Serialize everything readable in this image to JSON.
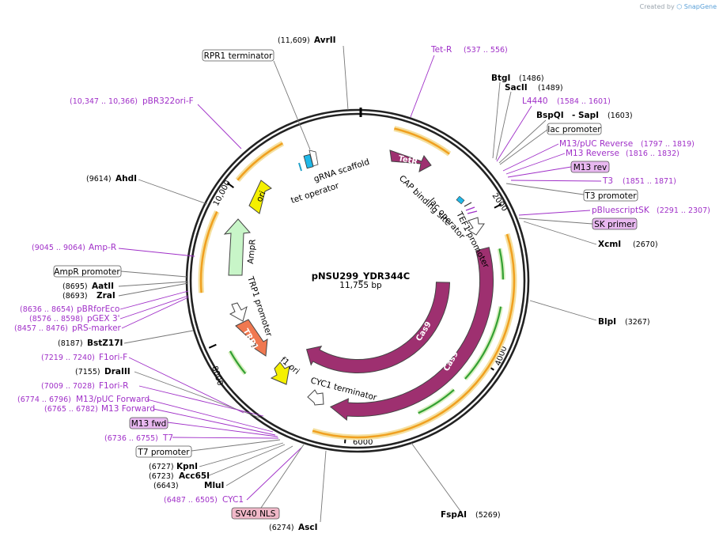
{
  "watermark": {
    "prefix": "Created by",
    "brand": "SnapGene"
  },
  "plasmid": {
    "name": "pNSU299_YDR344C",
    "size_label": "11,755 bp",
    "length": 11755
  },
  "ticks": [
    {
      "bp": 2000,
      "label": "2000"
    },
    {
      "bp": 4000,
      "label": "4000"
    },
    {
      "bp": 6000,
      "label": "6000"
    },
    {
      "bp": 8000,
      "label": "8000"
    },
    {
      "bp": 10000,
      "label": "10,000"
    }
  ],
  "colors": {
    "cas9": "#9e3070",
    "tetR": "#9e3070",
    "ori": "#f5f000",
    "f1ori": "#f5f000",
    "ampR": "#c8f5c8",
    "trp1": "#f07850",
    "orf": "#f0a020",
    "green": "#33a033",
    "primer": "#a030c8",
    "gray": "#777777"
  },
  "labels": {
    "left_enzymes": [
      {
        "name": "AhdI",
        "pos": "(9614)"
      },
      {
        "name": "AatII",
        "pos": "(8695)"
      },
      {
        "name": "ZraI",
        "pos": "(8693)"
      },
      {
        "name": "BstZ17I",
        "pos": "(8187)"
      },
      {
        "name": "DraIII",
        "pos": "(7155)"
      },
      {
        "name": "KpnI",
        "pos": "(6727)"
      },
      {
        "name": "Acc65I",
        "pos": "(6723)"
      },
      {
        "name": "MluI",
        "pos": "(6643)"
      },
      {
        "name": "AscI",
        "pos": "(6274)"
      }
    ],
    "top_enzyme": {
      "name": "AvrII",
      "pos": "(11,609)"
    },
    "right_enzymes": [
      {
        "name": "BtgI",
        "pos": "(1486)"
      },
      {
        "name": "SacII",
        "pos": "(1489)"
      },
      {
        "name": "BspQI",
        "name2": "SapI",
        "pos": "(1603)"
      },
      {
        "name": "XcmI",
        "pos": "(2670)"
      },
      {
        "name": "BlpI",
        "pos": "(3267)"
      },
      {
        "name": "FspAI",
        "pos": "(5269)"
      }
    ],
    "primers": [
      {
        "name": "Tet-R",
        "pos": "(537 .. 556)"
      },
      {
        "name": "L4440",
        "pos": "(1584 .. 1601)"
      },
      {
        "name": "M13/pUC Reverse",
        "pos": "(1797 .. 1819)"
      },
      {
        "name": "M13 Reverse",
        "pos": "(1816 .. 1832)"
      },
      {
        "name": "T3",
        "pos": "(1851 .. 1871)"
      },
      {
        "name": "pBluescriptSK",
        "pos": "(2291 .. 2307)"
      },
      {
        "name": "pBR322ori-F",
        "pos": "(10,347 .. 10,366)"
      },
      {
        "name": "Amp-R",
        "pos": "(9045 .. 9064)"
      },
      {
        "name": "pBRforEco",
        "pos": "(8636 .. 8654)"
      },
      {
        "name": "pGEX 3'",
        "pos": "(8576 .. 8598)"
      },
      {
        "name": "pRS-marker",
        "pos": "(8457 .. 8476)"
      },
      {
        "name": "F1ori-F",
        "pos": "(7219 .. 7240)"
      },
      {
        "name": "F1ori-R",
        "pos": "(7009 .. 7028)"
      },
      {
        "name": "M13/pUC Forward",
        "pos": "(6774 .. 6796)"
      },
      {
        "name": "M13 Forward",
        "pos": "(6765 .. 6782)"
      },
      {
        "name": "T7",
        "pos": "(6736 .. 6755)"
      },
      {
        "name": "CYC1",
        "pos": "(6487 .. 6505)"
      }
    ],
    "boxed_features": [
      {
        "name": "RPR1 terminator",
        "style": "plain"
      },
      {
        "name": "lac promoter",
        "style": "plain"
      },
      {
        "name": "M13 rev",
        "style": "primer"
      },
      {
        "name": "T3 promoter",
        "style": "plain"
      },
      {
        "name": "SK primer",
        "style": "primer"
      },
      {
        "name": "AmpR promoter",
        "style": "plain"
      },
      {
        "name": "M13 fwd",
        "style": "primer"
      },
      {
        "name": "T7 promoter",
        "style": "plain"
      },
      {
        "name": "SV40 NLS",
        "style": "nls"
      }
    ],
    "inner_features": {
      "gRNA": "gRNA scaffold",
      "tetop": "tet operator",
      "cap": "CAP binding site",
      "lacop": "lac operator",
      "tef1": "TEF1 promoter",
      "ori": "ori",
      "ampR": "AmpR",
      "trp1prom": "TRP1 promoter",
      "trp1": "TRP1",
      "f1ori": "f1 ori",
      "cyc1term": "CYC1 terminator",
      "tetR": "TetR",
      "cas9a": "Cas9",
      "cas9b": "Cas9"
    }
  }
}
